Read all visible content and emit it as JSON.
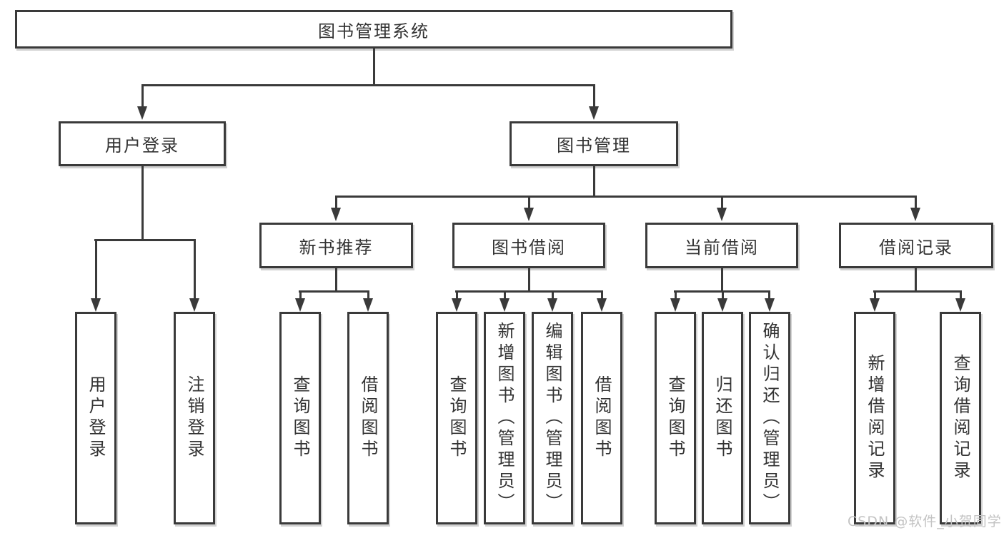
{
  "diagram_type": "hierarchy-tree",
  "tree": {
    "label": "图书管理系统",
    "children": [
      {
        "label": "用户登录",
        "children": [
          {
            "label": "用户登录"
          },
          {
            "label": "注销登录"
          }
        ]
      },
      {
        "label": "图书管理",
        "children": [
          {
            "label": "新书推荐",
            "children": [
              {
                "label": "查询图书"
              },
              {
                "label": "借阅图书"
              }
            ]
          },
          {
            "label": "图书借阅",
            "children": [
              {
                "label": "查询图书"
              },
              {
                "label": "新增图书（管理员）"
              },
              {
                "label": "编辑图书（管理员）"
              },
              {
                "label": "借阅图书"
              }
            ]
          },
          {
            "label": "当前借阅",
            "children": [
              {
                "label": "查询图书"
              },
              {
                "label": "归还图书"
              },
              {
                "label": "确认归还（管理员）"
              }
            ]
          },
          {
            "label": "借阅记录",
            "children": [
              {
                "label": "新增借阅记录"
              },
              {
                "label": "查询借阅记录"
              }
            ]
          }
        ]
      }
    ]
  },
  "watermark": {
    "text": "CSDN @软件_小贺同学",
    "color": "#c3c3c3"
  },
  "colors": {
    "line": "#3a3a3a",
    "text": "#333333",
    "background": "#ffffff"
  }
}
